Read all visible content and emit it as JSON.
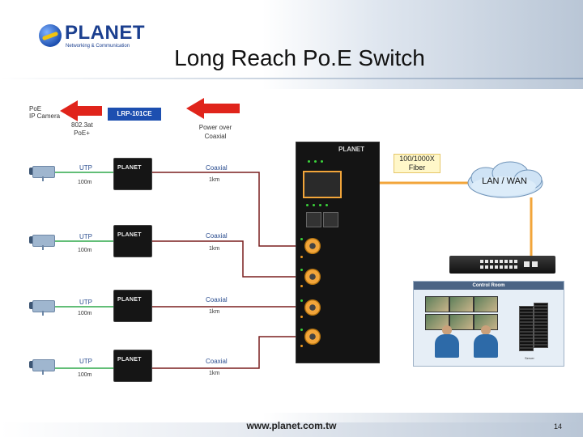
{
  "logo": {
    "brand": "PLANET",
    "tagline": "Networking & Communication"
  },
  "title": "Long Reach Po.E Switch",
  "legend": {
    "camera_label": [
      "PoE",
      "IP Camera"
    ],
    "model": "LRP-101CE",
    "poe_standard": [
      "802.3at",
      "PoE+"
    ],
    "power_label": [
      "Power over",
      "Coaxial"
    ]
  },
  "rows": [
    {
      "utp": "UTP",
      "utp_dist": "100m",
      "coax": "Coaxial",
      "coax_dist": "1km"
    },
    {
      "utp": "UTP",
      "utp_dist": "100m",
      "coax": "Coaxial",
      "coax_dist": "1km"
    },
    {
      "utp": "UTP",
      "utp_dist": "100m",
      "coax": "Coaxial",
      "coax_dist": "1km"
    },
    {
      "utp": "UTP",
      "utp_dist": "100m",
      "coax": "Coaxial",
      "coax_dist": "1km"
    }
  ],
  "unit_brand": "PLANET",
  "switch_brand": "PLANET",
  "fiber_label": [
    "100/1000X",
    "Fiber"
  ],
  "cloud_label": "LAN / WAN",
  "control_room_label": "Control Room",
  "server_label": "Server",
  "footer_url": "www.planet.com.tw",
  "page_number": "14",
  "colors": {
    "utp_line": "#2ea84a",
    "coax_line": "#7a1f1f",
    "fiber_line": "#f2a53a",
    "arrow": "#e0241b",
    "brand_blue": "#1b3f8f"
  }
}
